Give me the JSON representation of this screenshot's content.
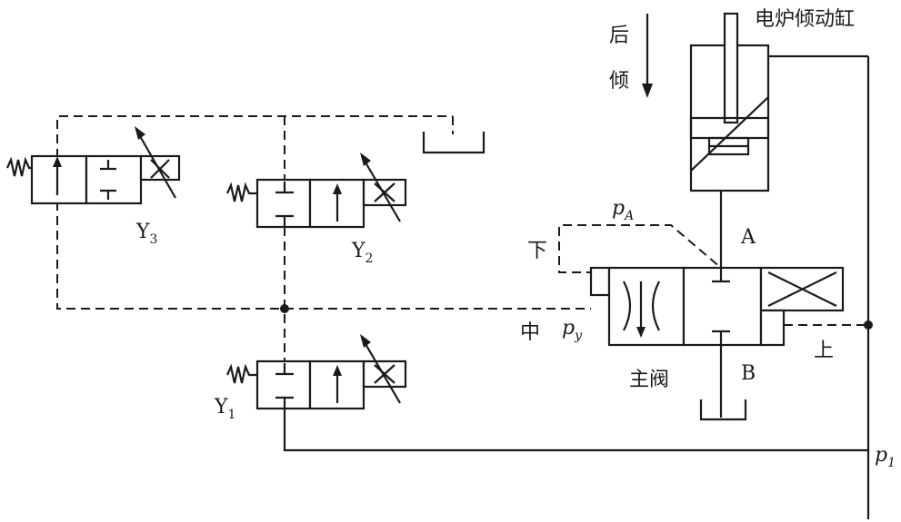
{
  "labels": {
    "cylinder": "电炉倾动缸",
    "backward_line1": "后",
    "backward_line2": "倾",
    "port_a": "A",
    "port_b": "B",
    "down": "下",
    "middle": "中",
    "up": "上",
    "main_valve": "主阀",
    "pa_main": "p",
    "pa_sub": "A",
    "py_main": "p",
    "py_sub": "y",
    "p1_main": "p",
    "p1_sub": "1",
    "y1_main": "Y",
    "y1_sub": "1",
    "y2_main": "Y",
    "y2_sub": "2",
    "y3_main": "Y",
    "y3_sub": "3"
  }
}
